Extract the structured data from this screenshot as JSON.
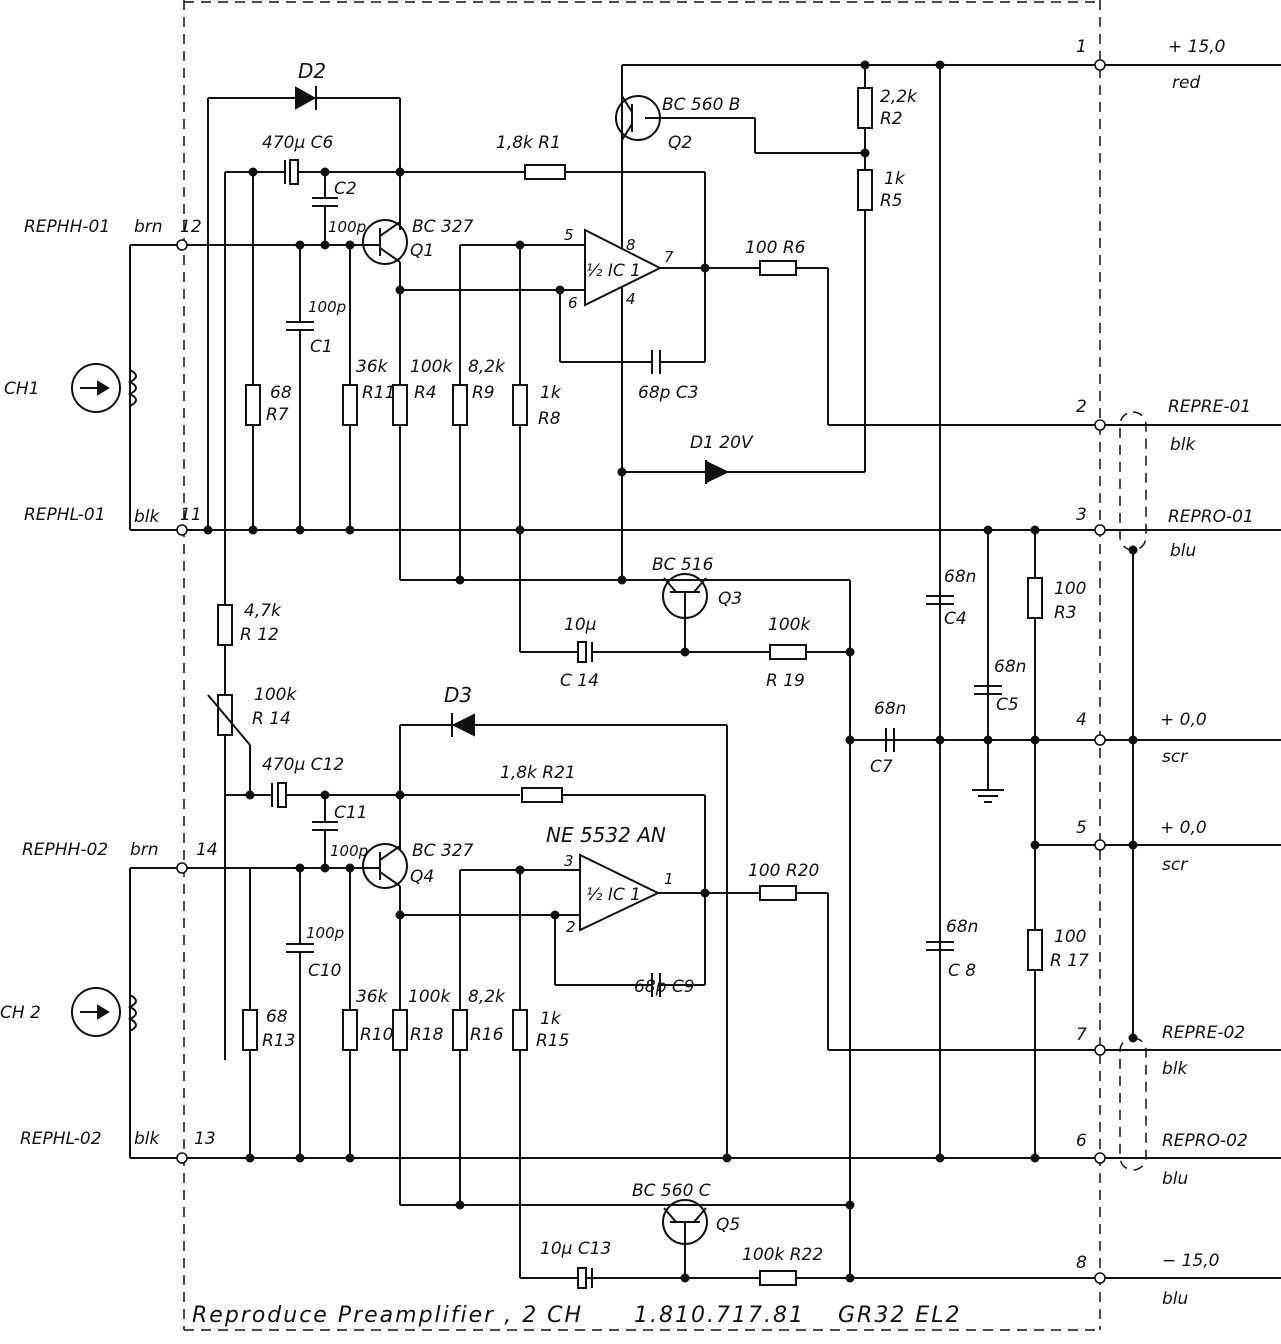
{
  "title": {
    "name": "Reproduce Preamplifier , 2 CH",
    "part_number": "1.810.717.81",
    "model": "GR32 EL2"
  },
  "inputs": {
    "rephh01": {
      "name": "REPHH-01",
      "color": "brn",
      "pin": "12"
    },
    "rephl01": {
      "name": "REPHL-01",
      "color": "blk",
      "pin": "11"
    },
    "rephh02": {
      "name": "REPHH-02",
      "color": "brn",
      "pin": "14"
    },
    "rephl02": {
      "name": "REPHL-02",
      "color": "blk",
      "pin": "13"
    },
    "ch1": "CH1",
    "ch2": "CH 2"
  },
  "connector": [
    {
      "pin": "1",
      "top": "+ 15,0",
      "bottom": "red"
    },
    {
      "pin": "2",
      "top": "REPRE-01",
      "bottom": "blk"
    },
    {
      "pin": "3",
      "top": "REPRO-01",
      "bottom": "blu"
    },
    {
      "pin": "4",
      "top": "+ 0,0",
      "bottom": "scr"
    },
    {
      "pin": "5",
      "top": "+ 0,0",
      "bottom": "scr"
    },
    {
      "pin": "7",
      "top": "REPRE-02",
      "bottom": "blk"
    },
    {
      "pin": "6",
      "top": "REPRO-02",
      "bottom": "blu"
    },
    {
      "pin": "8",
      "top": "− 15,0",
      "bottom": "blu"
    }
  ],
  "components": {
    "d2": "D2",
    "d3": "D3",
    "d1": "D1 20V",
    "c6": "470µ C6",
    "c12": "470µ C12",
    "c2": "C2",
    "c2v": "100p",
    "c11": "C11",
    "c11v": "100p",
    "c1v": "100p",
    "c1": "C1",
    "c10v": "100p",
    "c10": "C10",
    "r1": "1,8k R1",
    "r21": "1,8k R21",
    "q1": "BC 327",
    "q1n": "Q1",
    "q4": "BC 327",
    "q4n": "Q4",
    "q2": "BC 560 B",
    "q2n": "Q2",
    "q3": "BC 516",
    "q3n": "Q3",
    "q5": "BC 560 C",
    "q5n": "Q5",
    "r2v": "2,2k",
    "r2": "R2",
    "r5v": "1k",
    "r5": "R5",
    "r6": "100 R6",
    "r20": "100 R20",
    "ic1a": "½ IC 1",
    "ic1b": "½ IC 1",
    "ic_type": "NE 5532 AN",
    "c3": "68p C3",
    "c9": "68p C9",
    "r7v": "68",
    "r7": "R7",
    "r11v": "36k",
    "r11": "R11",
    "r4v": "100k",
    "r4": "R4",
    "r9v": "8,2k",
    "r9": "R9",
    "r8v": "1k",
    "r8": "R8",
    "r13v": "68",
    "r13": "R13",
    "r10v": "36k",
    "r10": "R10",
    "r18v": "100k",
    "r18": "R18",
    "r16v": "8,2k",
    "r16": "R16",
    "r15v": "1k",
    "r15": "R15",
    "r12v": "4,7k",
    "r12": "R 12",
    "r14v": "100k",
    "r14": "R 14",
    "c14v": "10µ",
    "c14": "C 14",
    "r19v": "100k",
    "r19": "R 19",
    "c13": "10µ C13",
    "r22": "100k R22",
    "c4v": "68n",
    "c4": "C4",
    "c5v": "68n",
    "c5": "C5",
    "c7v": "68n",
    "c7": "C7",
    "c8v": "68n",
    "c8": "C 8",
    "r3v": "100",
    "r3": "R3",
    "r17v": "100",
    "r17": "R 17",
    "pin5": "5",
    "pin8": "8",
    "pin7": "7",
    "pin6": "6",
    "pin4": "4",
    "pin3": "3",
    "pin1": "1",
    "pin2": "2"
  }
}
